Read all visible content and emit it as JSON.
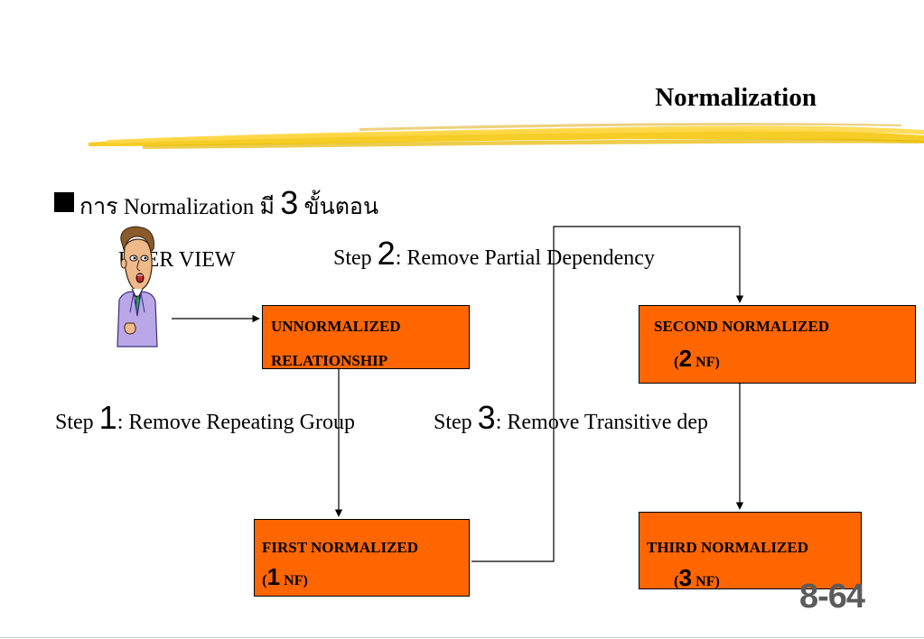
{
  "slide": {
    "title": "Normalization",
    "bullet": {
      "pre": "การ Normalization มี",
      "num": "3",
      "post": "ขั้นตอน"
    },
    "user_view": "USER VIEW",
    "steps": {
      "step1": {
        "word": "Step",
        "num": "1",
        "text": ": Remove Repeating Group"
      },
      "step2": {
        "word": "Step",
        "num": "2",
        "text": ": Remove Partial Dependency"
      },
      "step3": {
        "word": "Step",
        "num": "3",
        "text": ": Remove Transitive dep"
      }
    },
    "boxes": {
      "unnormalized": {
        "line1": "UNNORMALIZED",
        "line2": "RELATIONSHIP"
      },
      "first": {
        "line1": "FIRST NORMALIZED",
        "open": "(",
        "num": "1",
        "nf": " NF)"
      },
      "second": {
        "line1": "SECOND NORMALIZED",
        "open": "(",
        "num": "2",
        "nf": " NF)"
      },
      "third": {
        "line1": "THIRD NORMALIZED",
        "open": "(",
        "num": "3",
        "nf": " NF)"
      }
    },
    "slide_number": "8-64",
    "colors": {
      "box_fill": "#ff6600",
      "highlight": "#f5c400"
    },
    "icons": [
      "bullet-square-icon",
      "person-clipart-icon",
      "highlighter-stroke-icon"
    ]
  }
}
